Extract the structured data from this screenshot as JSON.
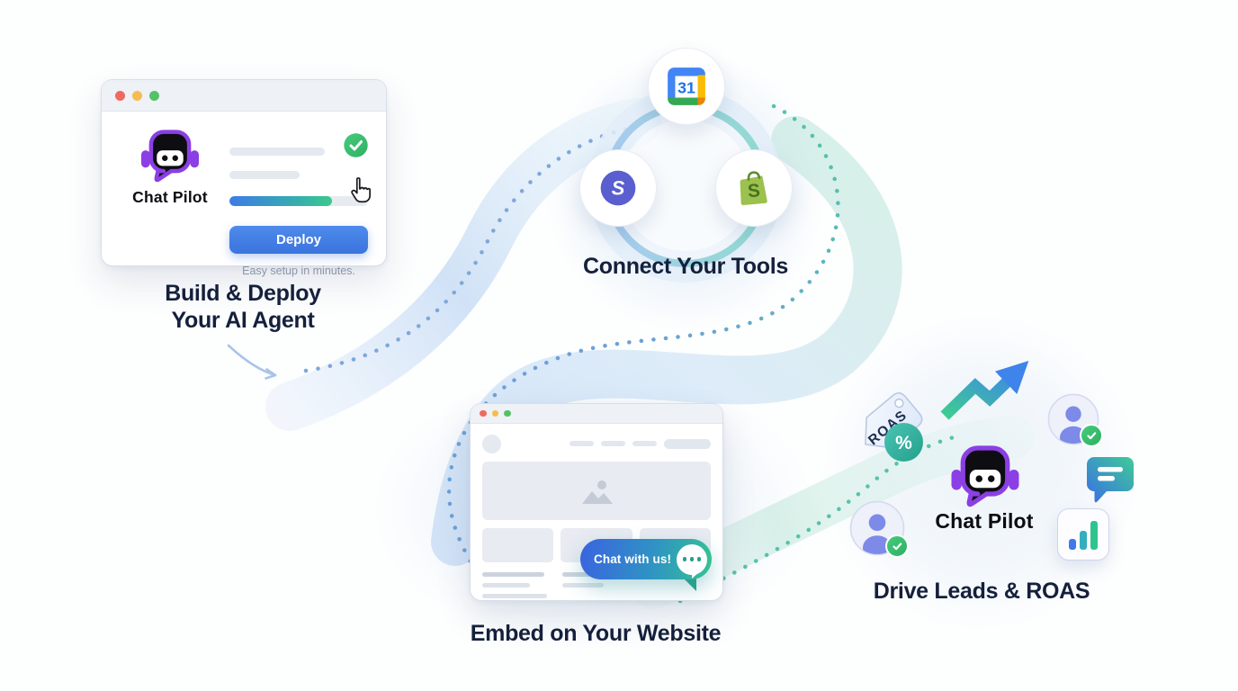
{
  "brand": {
    "name": "Chat Pilot"
  },
  "build": {
    "heading_line1": "Build & Deploy",
    "heading_line2": "Your AI Agent",
    "deploy_label": "Deploy",
    "caption": "Easy setup in minutes."
  },
  "connect": {
    "heading": "Connect Your Tools",
    "calendar_day": "31",
    "stripe_letter": "S",
    "shopify_letter": "S",
    "tools": [
      "google-calendar",
      "stripe",
      "shopify"
    ]
  },
  "embed": {
    "heading": "Embed on Your Website",
    "chat_button_label": "Chat with us!"
  },
  "drive": {
    "heading": "Drive Leads & ROAS",
    "tag_label": "ROAS",
    "percent_label": "%"
  },
  "colors": {
    "brand_purple": "#8b3fe4",
    "accent_blue": "#3d7ce6",
    "accent_teal": "#35c49a",
    "success_green": "#3cc06c",
    "heading_navy": "#14203c",
    "chat_gradient_start": "#3a63e0",
    "chat_gradient_end": "#35c491"
  }
}
